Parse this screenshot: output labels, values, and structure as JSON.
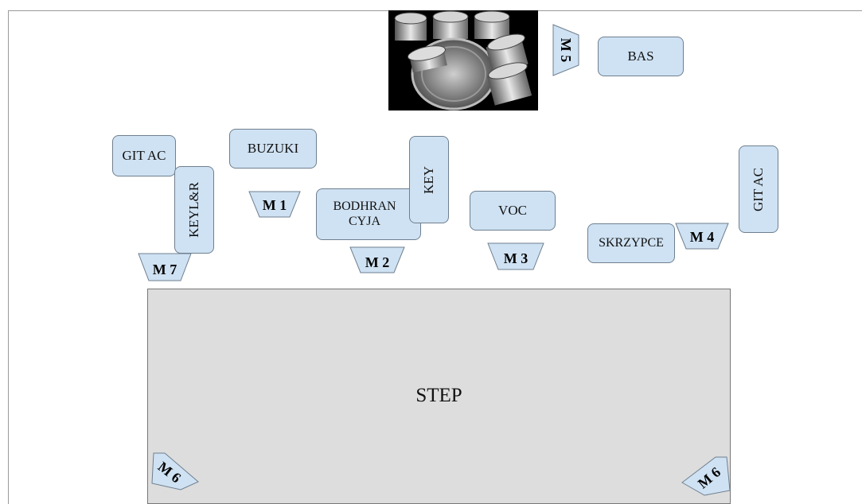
{
  "stage": {
    "label": "STEP"
  },
  "instruments": {
    "drums": {
      "icon": "drum-kit-icon"
    },
    "bass": "BAS",
    "buzuki": "BUZUKI",
    "git_ac_left": "GIT AC",
    "git_ac_right": "GIT AC",
    "key_lr_line1": "KEY",
    "key_lr_line2": "L&R",
    "key_center": "KEY",
    "bodhran_line1": "BODHRAN",
    "bodhran_line2": "CYJA",
    "voc": "VOC",
    "skrzypce": "SKRZYPCE"
  },
  "mics": {
    "m1": "M 1",
    "m2": "M 2",
    "m3": "M 3",
    "m4": "M 4",
    "m5": "M 5",
    "m6_left": "M 6",
    "m6_right": "M 6",
    "m7": "M 7"
  },
  "colors": {
    "box_fill": "#cfe2f3",
    "stage_fill": "#dddddd",
    "drum_background": "#000000"
  }
}
